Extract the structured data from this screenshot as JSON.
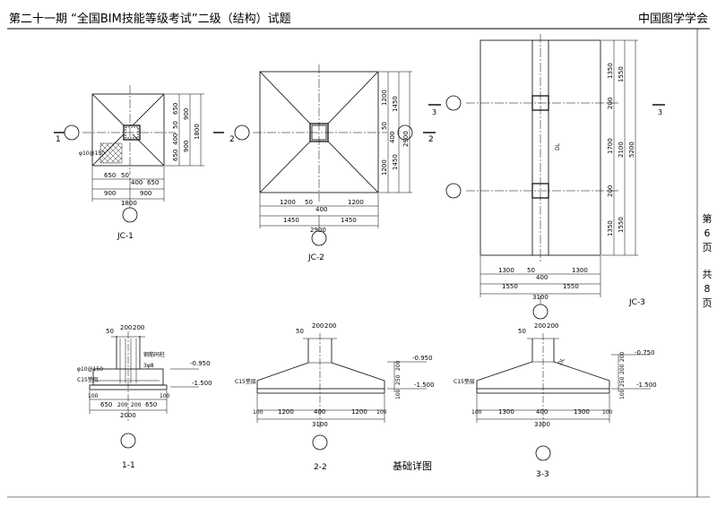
{
  "header": {
    "left": "第二十一期 “全国BIM技能等级考试”二级（结构）试题",
    "right": "中国图学学会"
  },
  "page_info": {
    "chars": [
      "第",
      "6",
      "页",
      "共",
      "8",
      "页"
    ]
  },
  "drawings": {
    "jc1": {
      "title": "JC-1",
      "rebar": "φ10@150",
      "dims_bottom_1": [
        "650",
        "50",
        "400",
        "650"
      ],
      "dims_bottom_2": [
        "900",
        "900"
      ],
      "dims_bottom_3": "1800",
      "dims_right_1": [
        "650",
        "50",
        "400",
        "650"
      ],
      "dims_right_2": [
        "900",
        "900"
      ],
      "dims_right_3": "1800",
      "section_mark": "1"
    },
    "jc2": {
      "title": "JC-2",
      "dims_bottom_1": [
        "1200",
        "50",
        "400",
        "1200"
      ],
      "dims_bottom_2": [
        "1450",
        "1450"
      ],
      "dims_bottom_3": "2900",
      "dims_right_1": [
        "1200",
        "50",
        "400",
        "1200"
      ],
      "dims_right_2": [
        "1450",
        "1450"
      ],
      "dims_right_3": "2900",
      "section_mark": "2"
    },
    "jc3": {
      "title": "JC-3",
      "axis_label": "DL",
      "dims_bottom_1": [
        "1300",
        "50",
        "400",
        "1300"
      ],
      "dims_bottom_2": [
        "1550",
        "1550"
      ],
      "dims_bottom_3": "3100",
      "dims_right_1": [
        "1350",
        "200",
        "1700",
        "200",
        "1350"
      ],
      "dims_right_2": [
        "1550",
        "2100",
        "1550"
      ],
      "dims_right_3": "5200",
      "section_mark": "3"
    },
    "sec1": {
      "title": "1-1",
      "top_dims": [
        "50",
        "200",
        "200"
      ],
      "level_top": "-0.950",
      "level_bottom": "-1.500",
      "label_rebar": "φ10@150",
      "label_bed": "C15垫层",
      "label_col": "钢筋同柱",
      "label_hoop": "3φ8",
      "bottom_1": [
        "100",
        "650",
        "200",
        "200",
        "650",
        "100"
      ],
      "bottom_2": "2000"
    },
    "sec2": {
      "title": "2-2",
      "top_dims": [
        "50",
        "200",
        "200"
      ],
      "level_top": "-0.950",
      "level_bottom": "-1.500",
      "label_bed": "C15垫层",
      "bottom_1": [
        "100",
        "1200",
        "400",
        "1200",
        "100"
      ],
      "bottom_2": "3100",
      "height_dims": [
        "100",
        "250",
        "200"
      ]
    },
    "sec3": {
      "title": "3-3",
      "top_dims": [
        "50",
        "200",
        "200"
      ],
      "level_top": "-0.750",
      "level_bottom": "-1.500",
      "label_bed": "C15垫层",
      "label_axis": "DL",
      "bottom_1": [
        "100",
        "1300",
        "400",
        "1300",
        "100"
      ],
      "bottom_2": "3300",
      "height_dims": [
        "100",
        "250",
        "200",
        "200"
      ]
    }
  },
  "caption": "基础详图"
}
